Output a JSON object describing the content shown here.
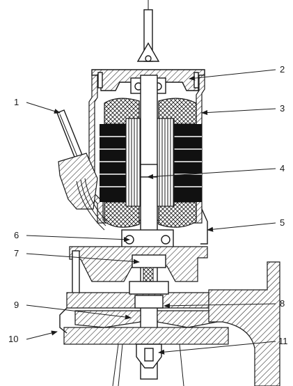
{
  "callouts": [
    {
      "id": "1",
      "text": "1"
    },
    {
      "id": "2",
      "text": "2"
    },
    {
      "id": "3",
      "text": "3"
    },
    {
      "id": "4",
      "text": "4"
    },
    {
      "id": "5",
      "text": "5"
    },
    {
      "id": "6",
      "text": "6"
    },
    {
      "id": "7",
      "text": "7"
    },
    {
      "id": "8",
      "text": "8"
    },
    {
      "id": "9",
      "text": "9"
    },
    {
      "id": "10",
      "text": "10"
    },
    {
      "id": "11",
      "text": "11"
    }
  ],
  "colors": {
    "ink": "#1a1a1a",
    "winding": "#111111",
    "paper": "#ffffff"
  }
}
